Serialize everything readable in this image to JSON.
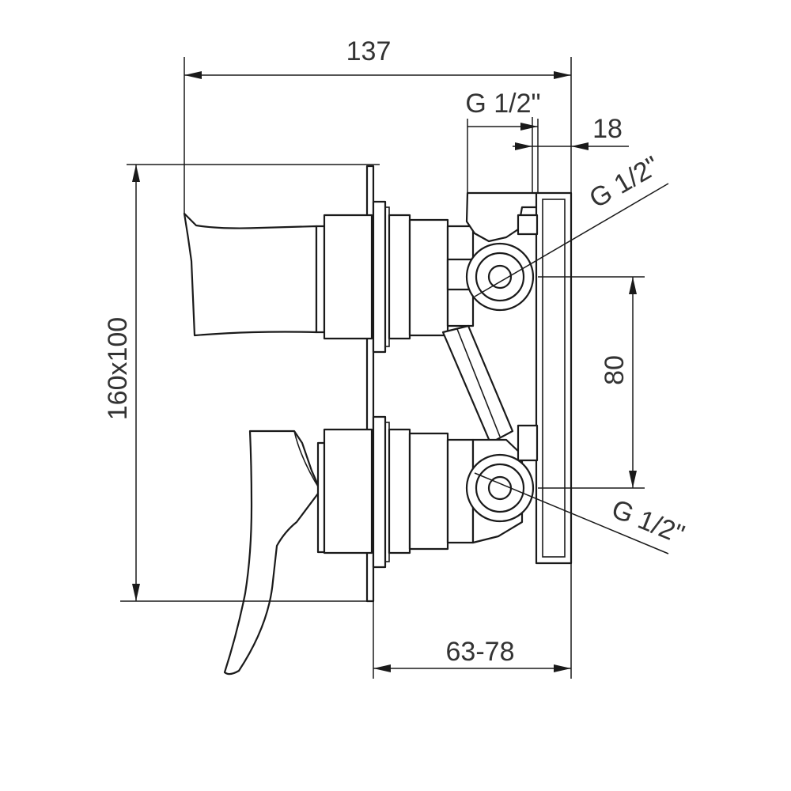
{
  "drawing": {
    "dimensions": {
      "overall_depth": "137",
      "inlet_top_label": "G 1/2\"",
      "wall_offset": "18",
      "outlet_upper_label": "G 1/2\"",
      "outlet_lower_label": "G 1/2\"",
      "plate_size": "160x100",
      "outlet_spacing": "80",
      "install_depth": "63-78"
    }
  }
}
